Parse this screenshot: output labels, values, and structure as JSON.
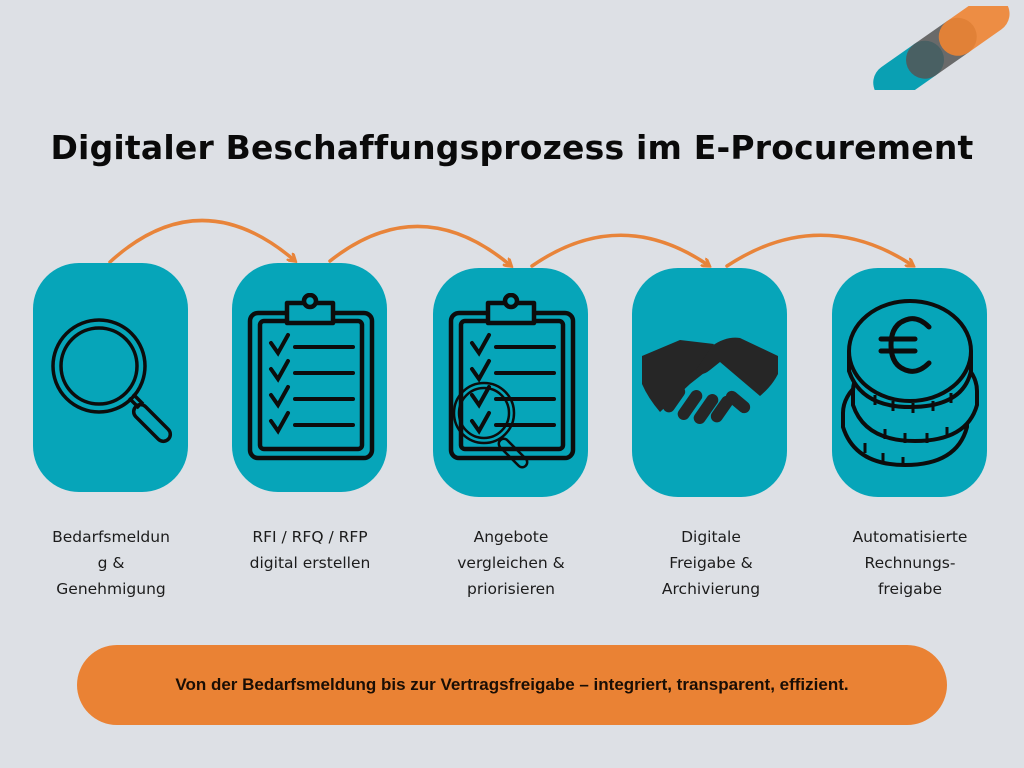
{
  "header": {
    "title": "Digitaler Beschaffungsprozess im E-Procurement",
    "logo": "three-overlapping-pills-logo"
  },
  "colors": {
    "background": "#dde0e5",
    "card": "#06a5b9",
    "arrow": "#e8843a",
    "banner": "#ea8234",
    "logo": [
      "#0aa0b3",
      "#6b6b6b",
      "#ee8432"
    ]
  },
  "steps": [
    {
      "icon": "magnifier-icon",
      "label_lines": [
        "Bedarfsmeldun",
        "g &",
        "Genehmigung"
      ]
    },
    {
      "icon": "clipboard-checklist-icon",
      "label_lines": [
        "RFI / RFQ / RFP",
        "digital erstellen"
      ]
    },
    {
      "icon": "clipboard-magnifier-icon",
      "label_lines": [
        "Angebote",
        "vergleichen &",
        "priorisieren"
      ]
    },
    {
      "icon": "handshake-icon",
      "label_lines": [
        "Digitale",
        "Freigabe &",
        "Archivierung"
      ]
    },
    {
      "icon": "euro-coins-icon",
      "label_lines": [
        "Automatisierte",
        "Rechnungs-",
        "freigabe"
      ]
    }
  ],
  "banner": {
    "text": "Von der Bedarfsmeldung bis zur Vertragsfreigabe – integriert, transparent, effizient."
  }
}
